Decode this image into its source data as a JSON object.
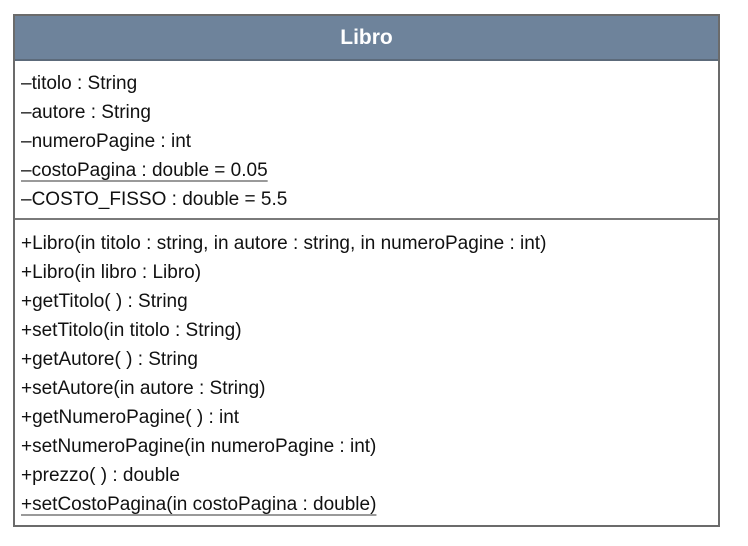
{
  "class_name": "Libro",
  "attributes": [
    {
      "text": "–titolo : String",
      "static": false
    },
    {
      "text": "–autore : String",
      "static": false
    },
    {
      "text": "–numeroPagine : int",
      "static": false
    },
    {
      "text": "–costoPagina : double = 0.05",
      "static": true
    },
    {
      "text": "–COSTO_FISSO : double = 5.5",
      "static": false
    }
  ],
  "operations": [
    {
      "text": "+Libro(in titolo : string, in autore : string, in numeroPagine : int)",
      "static": false
    },
    {
      "text": "+Libro(in libro : Libro)",
      "static": false
    },
    {
      "text": "+getTitolo( ) : String",
      "static": false
    },
    {
      "text": "+setTitolo(in titolo : String)",
      "static": false
    },
    {
      "text": "+getAutore( ) : String",
      "static": false
    },
    {
      "text": "+setAutore(in autore : String)",
      "static": false
    },
    {
      "text": "+getNumeroPagine( ) : int",
      "static": false
    },
    {
      "text": "+setNumeroPagine(in numeroPagine : int)",
      "static": false
    },
    {
      "text": "+prezzo( ) : double",
      "static": false
    },
    {
      "text": "+setCostoPagina(in costoPagina : double)",
      "static": true
    }
  ],
  "colors": {
    "header_background": "#6e839b",
    "header_text": "#ffffff",
    "border": "#6b6b6b"
  }
}
